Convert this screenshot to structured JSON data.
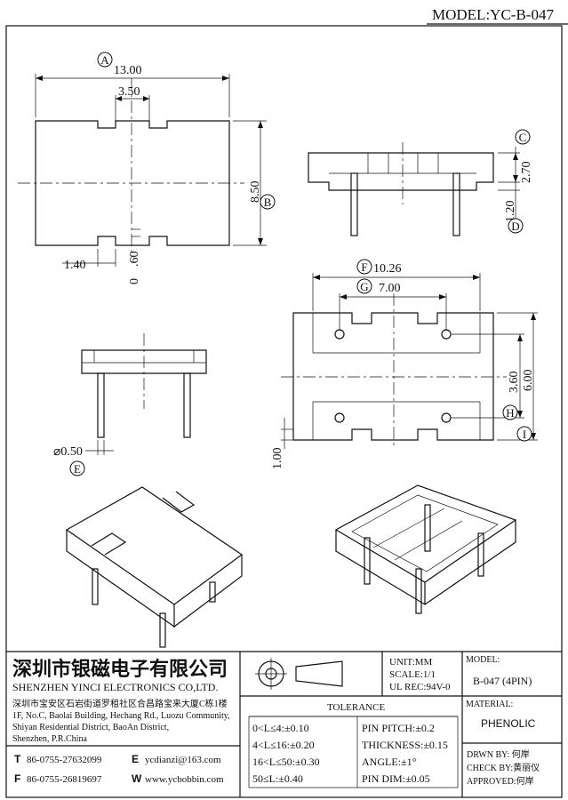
{
  "model_header": "MODEL:YC-B-047",
  "dims": {
    "d13": "13.00",
    "d350": "3.50",
    "d850": "8.50",
    "d140": "1.40",
    "d060": ".60",
    "d0": "0",
    "d270": "2.70",
    "d120": "1.20",
    "d1026": "10.26",
    "d700": "7.00",
    "d360": "3.60",
    "d600": "6.00",
    "d100": "1.00",
    "d050": "⌀0.50"
  },
  "callouts": {
    "A": "A",
    "B": "B",
    "C": "C",
    "D": "D",
    "E": "E",
    "F": "F",
    "G": "G",
    "H": "H",
    "I": "I"
  },
  "title_block": {
    "company_cn": "深圳市银磁电子有限公司",
    "company_en": "SHENZHEN YINCI ELECTRONICS CO,LTD.",
    "addr_cn": "深圳市宝安区石岩街道罗租社区合昌路宝来大厦C栋1楼",
    "addr_en1": "1F, No.C, Baolai Building, Hechang Rd., Luozu Community,",
    "addr_en2": "Shiyan Residential District, BaoAn District,",
    "addr_en3": "Shenzhen, P.R.China",
    "t_label": "T",
    "t_value": "86-0755-27632099",
    "f_label": "F",
    "f_value": "86-0755-26819697",
    "e_label": "E",
    "e_value": "ycdianzi@163.com",
    "w_label": "W",
    "w_value": "www.ycbobbin.com",
    "unit": "UNIT:MM",
    "scale": "SCALE:1/1",
    "ul": "UL REC:94V-0",
    "model_label": "MODEL:",
    "model_value": "B-047 (4PIN)",
    "tolerance_title": "TOLERANCE",
    "tol": [
      "0<L≤4:±0.10",
      "4<L≤16:±0.20",
      "16<L≤50:±0.30",
      "50≤L:±0.40"
    ],
    "tol2": [
      "PIN PITCH:±0.2",
      "THICKNESS:±0.15",
      "ANGLE:±1°",
      "PIN DIM:±0.05"
    ],
    "material_label": "MATERIAL:",
    "material_value": "PHENOLIC",
    "drawn": "DRWN BY: 何岸",
    "check": "CHECK BY:黄丽仪",
    "approved": "APPROVED:何岸"
  }
}
